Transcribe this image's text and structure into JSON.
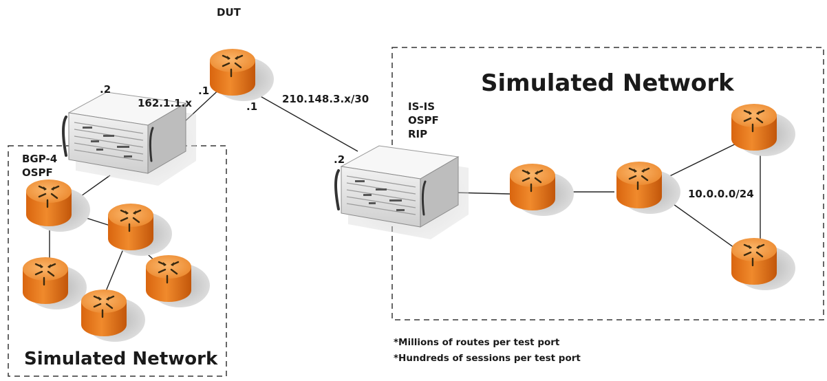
{
  "labels": {
    "dut": "DUT",
    "left_dot2": ".2",
    "left_dot1": ".1",
    "left_subnet": "162.1.1.x",
    "right_dot1": ".1",
    "right_subnet": "210.148.3.x/30",
    "right_dot2": ".2",
    "left_protocols": [
      "BGP-4",
      "OSPF"
    ],
    "right_protocols": [
      "IS-IS",
      "OSPF",
      "RIP"
    ],
    "inner_subnet": "10.0.0.0/24",
    "left_network_title": "Simulated Network",
    "right_network_title": "Simulated Network"
  },
  "notes": [
    "*Millions of routes per test port",
    "*Hundreds of sessions per test port"
  ],
  "colors": {
    "router_body": "#e8731c",
    "router_top": "#f6a04a",
    "router_shadow": "#bdbdbd",
    "chassis": "#e7e7e7",
    "line": "#222222",
    "box_border": "#333333"
  }
}
